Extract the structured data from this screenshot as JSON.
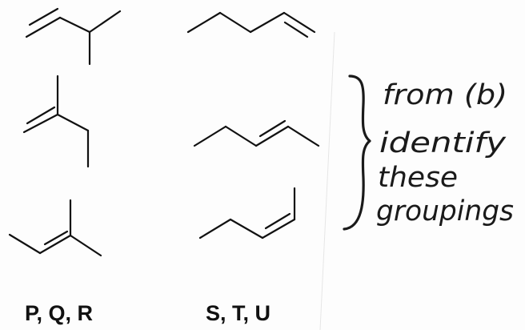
{
  "groups": [
    {
      "label": "P, Q, R",
      "molecules": [
        {
          "name": "3-methylbut-1-ene"
        },
        {
          "name": "2-methylbut-1-ene"
        },
        {
          "name": "2-methylbut-2-ene"
        }
      ]
    },
    {
      "label": "S, T, U",
      "molecules": [
        {
          "name": "pent-1-ene"
        },
        {
          "name": "trans-pent-2-ene"
        },
        {
          "name": "cis-pent-2-ene"
        }
      ]
    }
  ],
  "annotation": {
    "lines": [
      "from (b)",
      "identify",
      "these",
      "groupings"
    ]
  }
}
